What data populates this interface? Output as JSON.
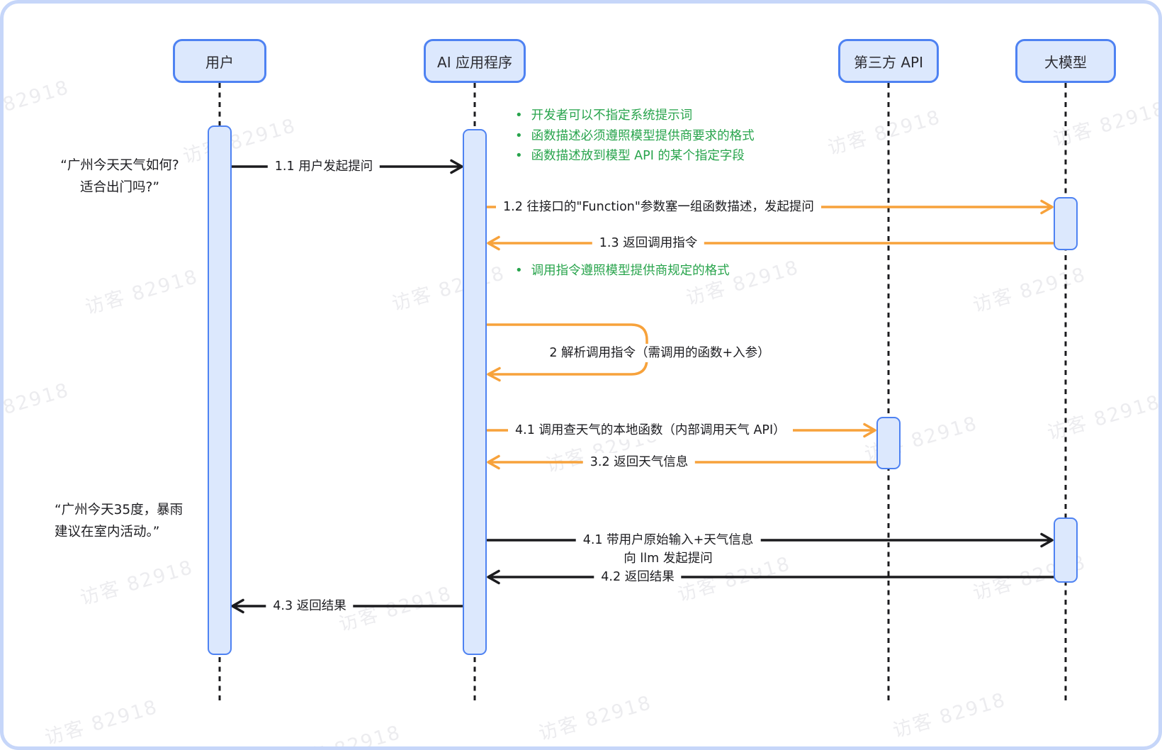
{
  "watermark": {
    "text": "访客 82918"
  },
  "actors": [
    {
      "id": "user",
      "label": "用户"
    },
    {
      "id": "ai-app",
      "label": "AI 应用程序"
    },
    {
      "id": "third-party-api",
      "label": "第三方 API"
    },
    {
      "id": "llm",
      "label": "大模型"
    }
  ],
  "quotes": {
    "question_line1": "“广州今天天气如何?",
    "question_line2": "适合出门吗?”",
    "answer_line1": "“广州今天35度，暴雨",
    "answer_line2": "建议在室内活动。”"
  },
  "notes": {
    "note1": {
      "items": [
        "开发者可以不指定系统提示词",
        "函数描述必须遵照模型提供商要求的格式",
        "函数描述放到模型 API 的某个指定字段"
      ]
    },
    "note2": {
      "items": [
        "调用指令遵照模型提供商规定的格式"
      ]
    }
  },
  "messages": {
    "m1_1": "1.1 用户发起提问",
    "m1_2": "1.2 往接口的\"Function\"参数塞一组函数描述，发起提问",
    "m1_3": "1.3 返回调用指令",
    "m2": "2 解析调用指令（需调用的函数+入参）",
    "m4_1a": "4.1 调用查天气的本地函数（内部调用天气 API）",
    "m3_2": "3.2 返回天气信息",
    "m4_1b_line1": "4.1 带用户原始输入+天气信息",
    "m4_1b_line2": "向 llm 发起提问",
    "m4_2": "4.2 返回结果",
    "m4_3": "4.3 返回结果"
  },
  "colors": {
    "box_fill": "#dce8fd",
    "box_border": "#4e82f2",
    "arrow_black": "#1b1b1e",
    "arrow_orange": "#f7a23b",
    "note_green": "#28a44c",
    "card_border": "#c6d6f9"
  }
}
